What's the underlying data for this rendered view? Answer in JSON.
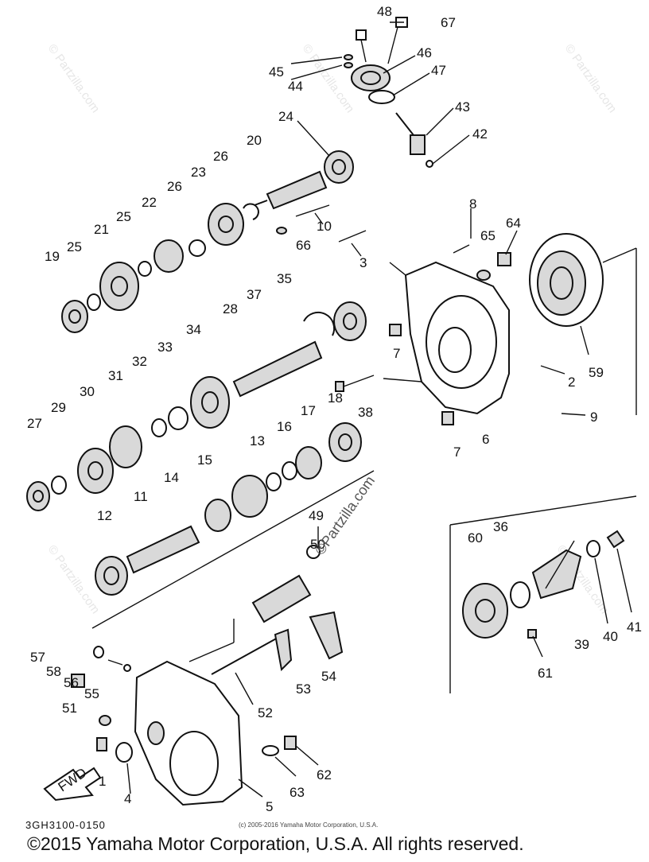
{
  "diagram_code": "3GH3100-0150",
  "small_copyright": "(c) 2005-2016 Yamaha Motor Corporation, U.S.A.",
  "copyright": "©2015 Yamaha Motor Corporation, U.S.A. All rights reserved.",
  "watermark": "©Partzilla.com",
  "fwd_label": "FWD",
  "part_labels": [
    "48",
    "67",
    "46",
    "45",
    "44",
    "47",
    "43",
    "24",
    "42",
    "20",
    "26",
    "23",
    "8",
    "26",
    "64",
    "10",
    "65",
    "22",
    "25",
    "21",
    "66",
    "3",
    "25",
    "19",
    "35",
    "37",
    "28",
    "34",
    "7",
    "2",
    "59",
    "33",
    "32",
    "31",
    "38",
    "30",
    "29",
    "9",
    "27",
    "18",
    "17",
    "6",
    "16",
    "7",
    "13",
    "15",
    "14",
    "12",
    "11",
    "49",
    "50",
    "60",
    "36",
    "57",
    "58",
    "56",
    "55",
    "53",
    "54",
    "39",
    "40",
    "41",
    "51",
    "52",
    "61",
    "1",
    "4",
    "5",
    "63",
    "62"
  ]
}
